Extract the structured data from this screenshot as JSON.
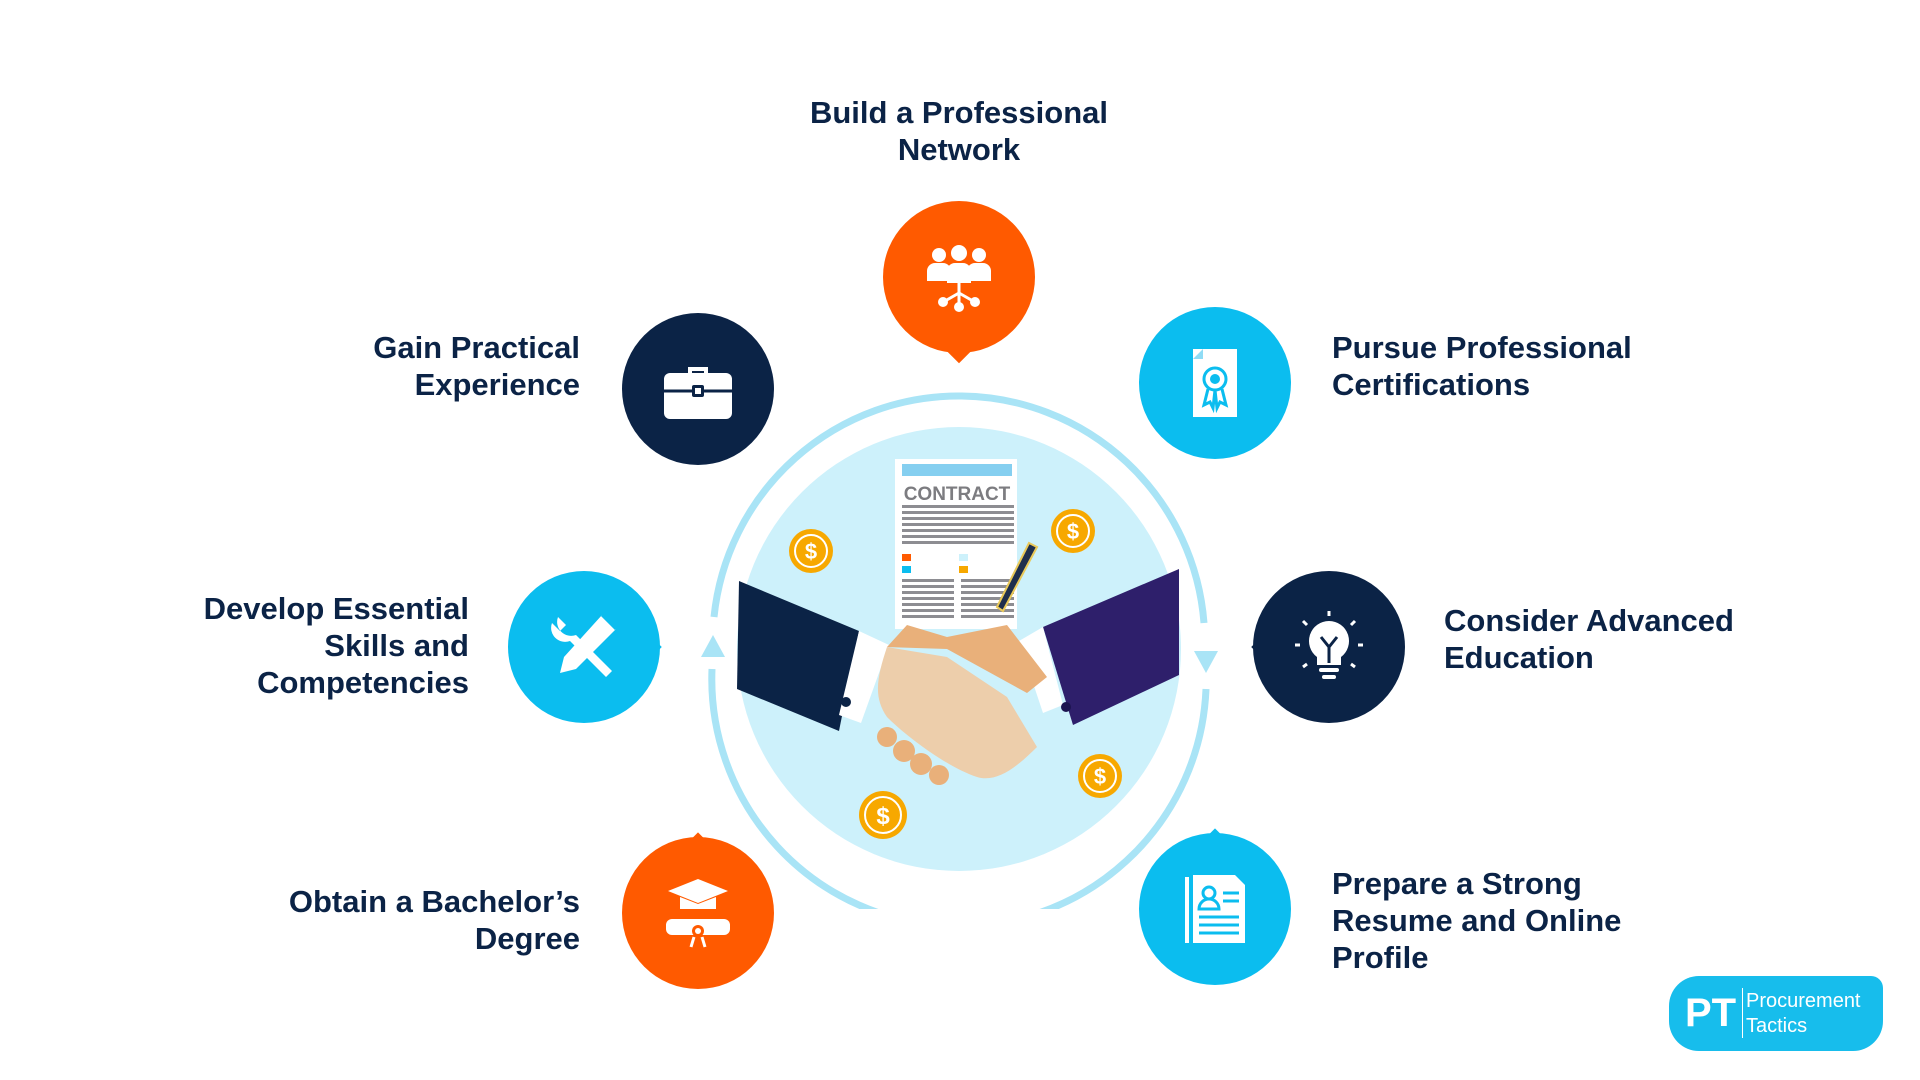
{
  "steps": [
    {
      "id": "network",
      "lines": [
        "Build a Professional",
        "Network"
      ],
      "icon": "people-network-icon",
      "color": "#ff5a00"
    },
    {
      "id": "experience",
      "lines": [
        "Gain Practical",
        "Experience"
      ],
      "icon": "briefcase-icon",
      "color": "#0b2346"
    },
    {
      "id": "certifications",
      "lines": [
        "Pursue Professional",
        "Certifications"
      ],
      "icon": "certificate-icon",
      "color": "#0bbdef"
    },
    {
      "id": "skills",
      "lines": [
        "Develop Essential",
        "Skills and",
        "Competencies"
      ],
      "icon": "tools-icon",
      "color": "#0bbdef"
    },
    {
      "id": "education",
      "lines": [
        "Consider Advanced",
        "Education"
      ],
      "icon": "lightbulb-icon",
      "color": "#0b2346"
    },
    {
      "id": "bachelor",
      "lines": [
        "Obtain a Bachelor’s",
        "Degree"
      ],
      "icon": "graduation-cap-icon",
      "color": "#ff5a00"
    },
    {
      "id": "resume",
      "lines": [
        "Prepare a Strong",
        "Resume and Online",
        "Profile"
      ],
      "icon": "resume-icon",
      "color": "#0bbdef"
    }
  ],
  "center": {
    "document_title": "CONTRACT",
    "coin_symbol": "$"
  },
  "logo": {
    "mark": "PT",
    "line1": "Procurement",
    "line2": "Tactics",
    "color": "#17bdec"
  }
}
